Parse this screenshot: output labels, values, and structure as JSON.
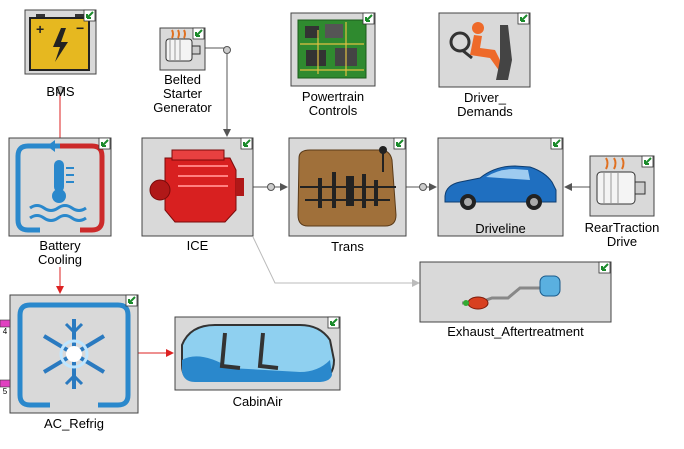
{
  "blocks": {
    "bms": {
      "label": "BMS"
    },
    "belted_starter": {
      "label_lines": [
        "Belted",
        "Starter",
        "Generator"
      ]
    },
    "powertrain": {
      "label_lines": [
        "Powertrain",
        "Controls"
      ]
    },
    "driver": {
      "label_lines": [
        "Driver_",
        "Demands"
      ]
    },
    "battery_cooling": {
      "label_lines": [
        "Battery",
        "Cooling"
      ]
    },
    "ice": {
      "label": "ICE"
    },
    "trans": {
      "label": "Trans"
    },
    "driveline": {
      "label": "Driveline"
    },
    "rear_traction": {
      "label_lines": [
        "RearTraction",
        "Drive"
      ]
    },
    "exhaust": {
      "label": "Exhaust_Aftertreatment"
    },
    "ac_refrig": {
      "label": "AC_Refrig"
    },
    "cabin_air": {
      "label": "CabinAir"
    }
  },
  "port_labels": [
    "4",
    "5"
  ],
  "colors": {
    "block_fill": "#d9d9d9",
    "mechanical_link": "#555555",
    "thermal_link": "#dd2222",
    "exhaust_link": "#bbbbbb",
    "corner_icon": "#1a8a2a",
    "port_magenta": "#e040c0"
  }
}
